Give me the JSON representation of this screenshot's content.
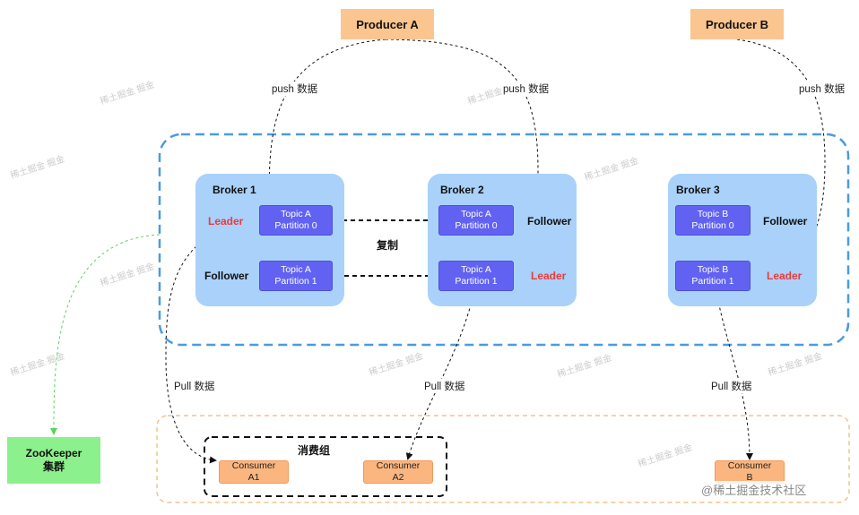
{
  "producers": [
    {
      "label": "Producer A"
    },
    {
      "label": "Producer B"
    }
  ],
  "brokers": [
    {
      "title": "Broker 1",
      "partitions": [
        {
          "topic": "Topic A",
          "partition": "Partition 0",
          "role": "Leader"
        },
        {
          "topic": "Topic A",
          "partition": "Partition 1",
          "role": "Follower"
        }
      ]
    },
    {
      "title": "Broker 2",
      "partitions": [
        {
          "topic": "Topic A",
          "partition": "Partition 0",
          "role": "Follower"
        },
        {
          "topic": "Topic A",
          "partition": "Partition 1",
          "role": "Leader"
        }
      ]
    },
    {
      "title": "Broker 3",
      "partitions": [
        {
          "topic": "Topic B",
          "partition": "Partition 0",
          "role": "Follower"
        },
        {
          "topic": "Topic B",
          "partition": "Partition 1",
          "role": "Leader"
        }
      ]
    }
  ],
  "labels": {
    "push": "push 数据",
    "pull": "Pull 数据",
    "replicate": "复制"
  },
  "consumer_group": {
    "label": "消费组",
    "consumers": [
      {
        "name": "Consumer",
        "id": "A1"
      },
      {
        "name": "Consumer",
        "id": "A2"
      }
    ]
  },
  "standalone_consumer": {
    "name": "Consumer",
    "id": "B"
  },
  "zookeeper": {
    "line1": "ZooKeeper",
    "line2": "集群"
  },
  "watermark": "@稀土掘金技术社区",
  "faint_watermark": "稀土掘金 掘金",
  "colors": {
    "producer": "#fbc58f",
    "broker": "#a9d1fa",
    "partition": "#6262f2",
    "leader_text": "#ee3a3a",
    "consumer": "#fbb57f",
    "zookeeper": "#8cf08c",
    "cluster_border": "#4a9be0",
    "consumer_area_border": "#f2c28f",
    "zk_link": "#5cd35c"
  }
}
